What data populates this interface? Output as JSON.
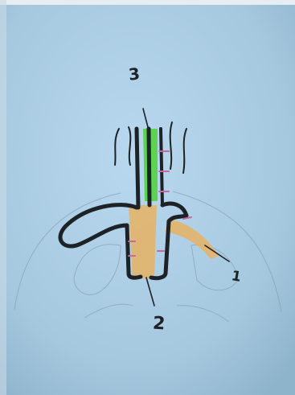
{
  "photo": {
    "subject": "hand-drawn-sketch-on-paper",
    "callouts": {
      "one": "1",
      "two": "2",
      "three": "3"
    },
    "colors": {
      "paper": "#a9cce4",
      "ink": "#1c2226",
      "green_marker": "#5ad24a",
      "orange_marker": "#e4b46a",
      "purple_marker": "#c46aa0",
      "pencil": "#8aa3b6"
    }
  }
}
